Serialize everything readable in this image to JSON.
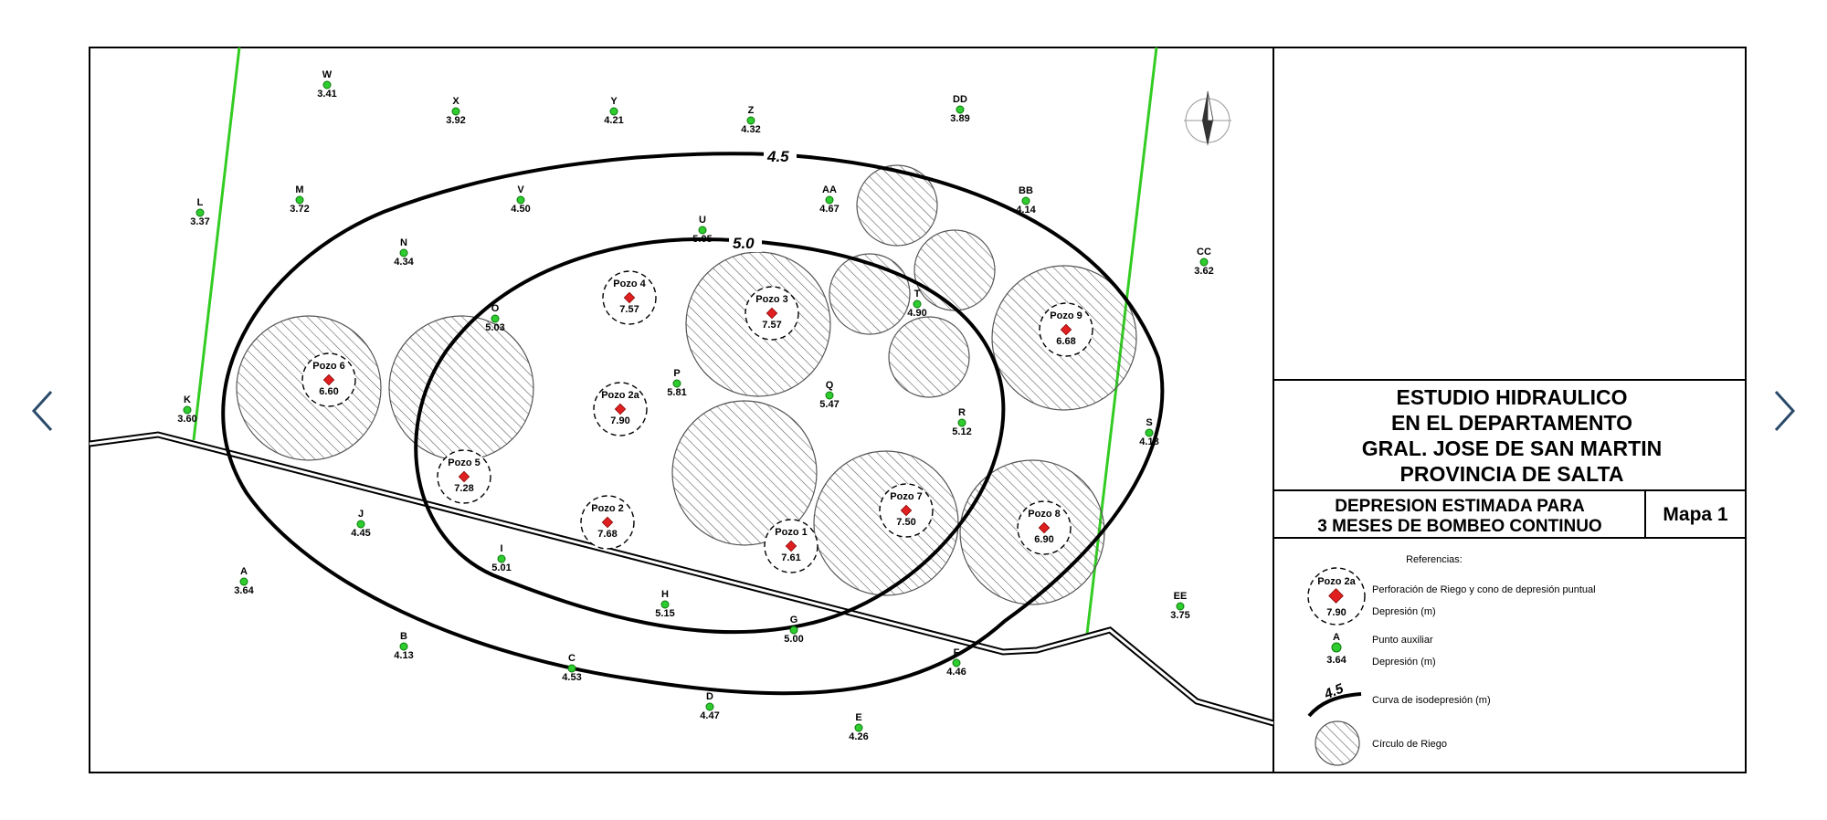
{
  "navigation": {
    "prev_icon": "chevron-left-icon",
    "next_icon": "chevron-right-icon",
    "arrow_color": "#2a4a6a"
  },
  "title_block": {
    "lines": [
      "ESTUDIO HIDRAULICO",
      "EN EL DEPARTAMENTO",
      "GRAL. JOSE DE SAN MARTIN",
      "PROVINCIA DE SALTA"
    ],
    "subtitle_lines": [
      "DEPRESION ESTIMADA PARA",
      "3 MESES DE BOMBEO CONTINUO"
    ],
    "map_number": "Mapa 1"
  },
  "legend": {
    "heading": "Referencias:",
    "well_example_name": "Pozo 2a",
    "well_example_value": "7.90",
    "well_desc_1": "Perforación de Riego y cono de depresión puntual",
    "well_desc_2": "Depresión (m)",
    "aux_example_name": "A",
    "aux_example_value": "3.64",
    "aux_desc_1": "Punto auxiliar",
    "aux_desc_2": "Depresión (m)",
    "contour_example_value": "4.5",
    "contour_desc": "Curva de isodepresión (m)",
    "circle_desc": "Círculo de Riego"
  },
  "contours": [
    {
      "label": "4.5"
    },
    {
      "label": "5.0"
    }
  ],
  "wells": [
    {
      "name": "Pozo 1",
      "value": "7.61"
    },
    {
      "name": "Pozo 2",
      "value": "7.68"
    },
    {
      "name": "Pozo 2a",
      "value": "7.90"
    },
    {
      "name": "Pozo 3",
      "value": "7.57"
    },
    {
      "name": "Pozo 4",
      "value": "7.57"
    },
    {
      "name": "Pozo 5",
      "value": "7.28"
    },
    {
      "name": "Pozo 6",
      "value": "6.60"
    },
    {
      "name": "Pozo 7",
      "value": "7.50"
    },
    {
      "name": "Pozo 8",
      "value": "6.90"
    },
    {
      "name": "Pozo 9",
      "value": "6.68"
    }
  ],
  "aux_points": [
    {
      "name": "W",
      "value": "3.41"
    },
    {
      "name": "X",
      "value": "3.92"
    },
    {
      "name": "Y",
      "value": "4.21"
    },
    {
      "name": "Z",
      "value": "4.32"
    },
    {
      "name": "DD",
      "value": "3.89"
    },
    {
      "name": "L",
      "value": "3.37"
    },
    {
      "name": "M",
      "value": "3.72"
    },
    {
      "name": "V",
      "value": "4.50"
    },
    {
      "name": "AA",
      "value": "4.67"
    },
    {
      "name": "BB",
      "value": "4.14"
    },
    {
      "name": "N",
      "value": "4.34"
    },
    {
      "name": "U",
      "value": "5.05"
    },
    {
      "name": "CC",
      "value": "3.62"
    },
    {
      "name": "O",
      "value": "5.03"
    },
    {
      "name": "T",
      "value": "4.90"
    },
    {
      "name": "K",
      "value": "3.60"
    },
    {
      "name": "P",
      "value": "5.81"
    },
    {
      "name": "Q",
      "value": "5.47"
    },
    {
      "name": "R",
      "value": "5.12"
    },
    {
      "name": "S",
      "value": "4.18"
    },
    {
      "name": "J",
      "value": "4.45"
    },
    {
      "name": "I",
      "value": "5.01"
    },
    {
      "name": "A",
      "value": "3.64"
    },
    {
      "name": "H",
      "value": "5.15"
    },
    {
      "name": "G",
      "value": "5.00"
    },
    {
      "name": "EE",
      "value": "3.75"
    },
    {
      "name": "B",
      "value": "4.13"
    },
    {
      "name": "C",
      "value": "4.53"
    },
    {
      "name": "F",
      "value": "4.46"
    },
    {
      "name": "D",
      "value": "4.47"
    },
    {
      "name": "E",
      "value": "4.26"
    }
  ],
  "colors": {
    "frame": "#000000",
    "aux_point": "#2ecc2e",
    "aux_point_stroke": "#0a7a0a",
    "well_marker": "#e02020",
    "boundary_line": "#33cc22",
    "hatch": "#444444"
  }
}
